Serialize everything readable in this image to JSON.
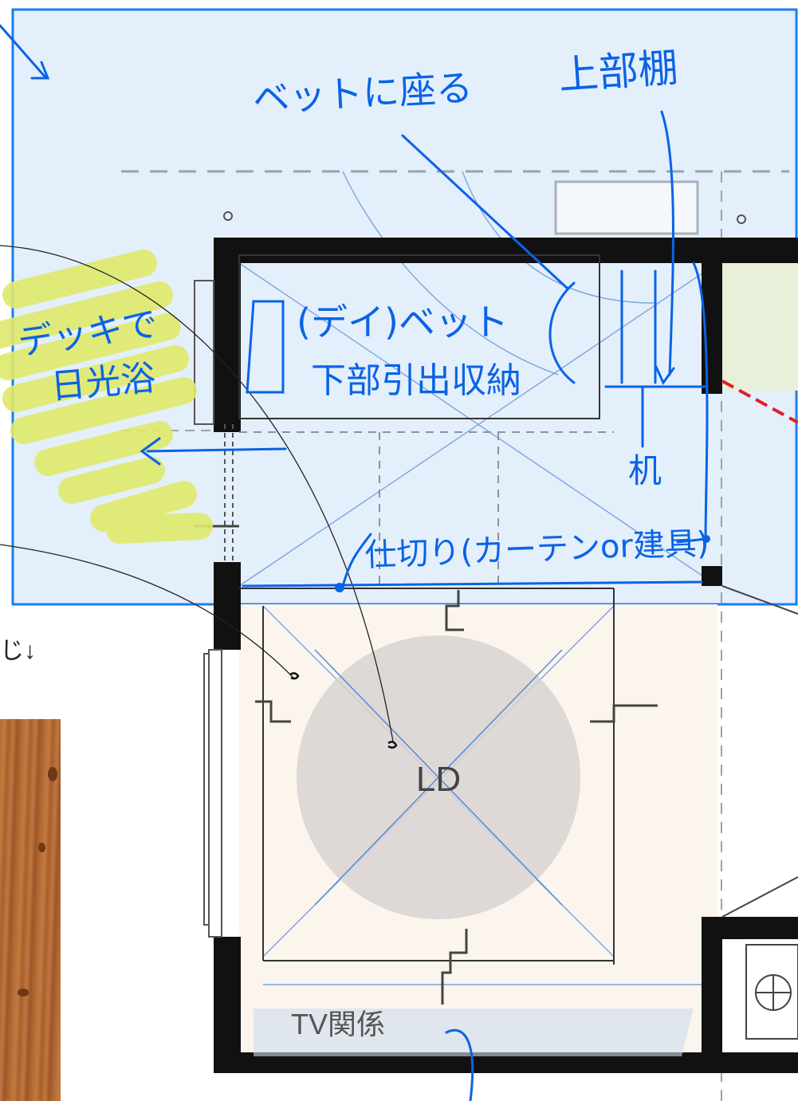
{
  "plan": {
    "room_label": "LD",
    "tv_label": "TV関係"
  },
  "notes": {
    "deck": "デッキで",
    "sunbath": "日光浴",
    "sit_on_bed": "ベットに座る",
    "upper_shelf": "上部棚",
    "day_bed": "(デイ)ベット",
    "drawer_storage": "下部引出収納",
    "desk": "机",
    "partition": "仕切り(カーテンor建具)"
  },
  "side_text": {
    "fragment": "じ↓"
  },
  "colors": {
    "annotation": "#0a63e6",
    "overlay_fill": "#e4effc",
    "highlight": "#dfe96a",
    "wall": "#111111",
    "circle": "#d8d4d2",
    "door_swing": "#e01f2a",
    "wood": "#b46b34"
  }
}
